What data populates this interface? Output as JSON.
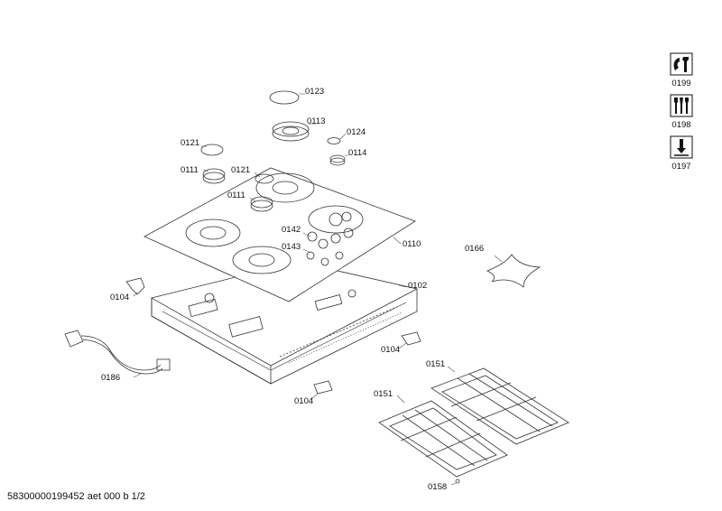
{
  "labels": {
    "l0123": "0123",
    "l0113": "0113",
    "l0121a": "0121",
    "l0124": "0124",
    "l0111a": "0111",
    "l0121b": "0121",
    "l0114": "0114",
    "l0111b": "0111",
    "l0142": "0142",
    "l0143": "0143",
    "l0110": "0110",
    "l0166": "0166",
    "l0102": "0102",
    "l0104a": "0104",
    "l0104b": "0104",
    "l0104c": "0104",
    "l0186": "0186",
    "l0151a": "0151",
    "l0151b": "0151",
    "l0158": "0158"
  },
  "reference_icons": [
    {
      "code": "0199",
      "icon": "wrench-service-icon"
    },
    {
      "code": "0198",
      "icon": "tools-kit-icon"
    },
    {
      "code": "0197",
      "icon": "installation-arrow-icon"
    }
  ],
  "footer": "58300000199452 aet 000 b 1/2"
}
